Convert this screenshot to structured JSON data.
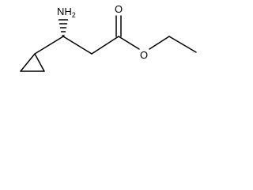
{
  "molecule": {
    "amine_label": "NH",
    "amine_subscript": "2",
    "carbonyl_oxygen_label": "O",
    "ester_oxygen_label": "O"
  },
  "colors": {
    "bond": "#000000",
    "background": "#ffffff"
  }
}
